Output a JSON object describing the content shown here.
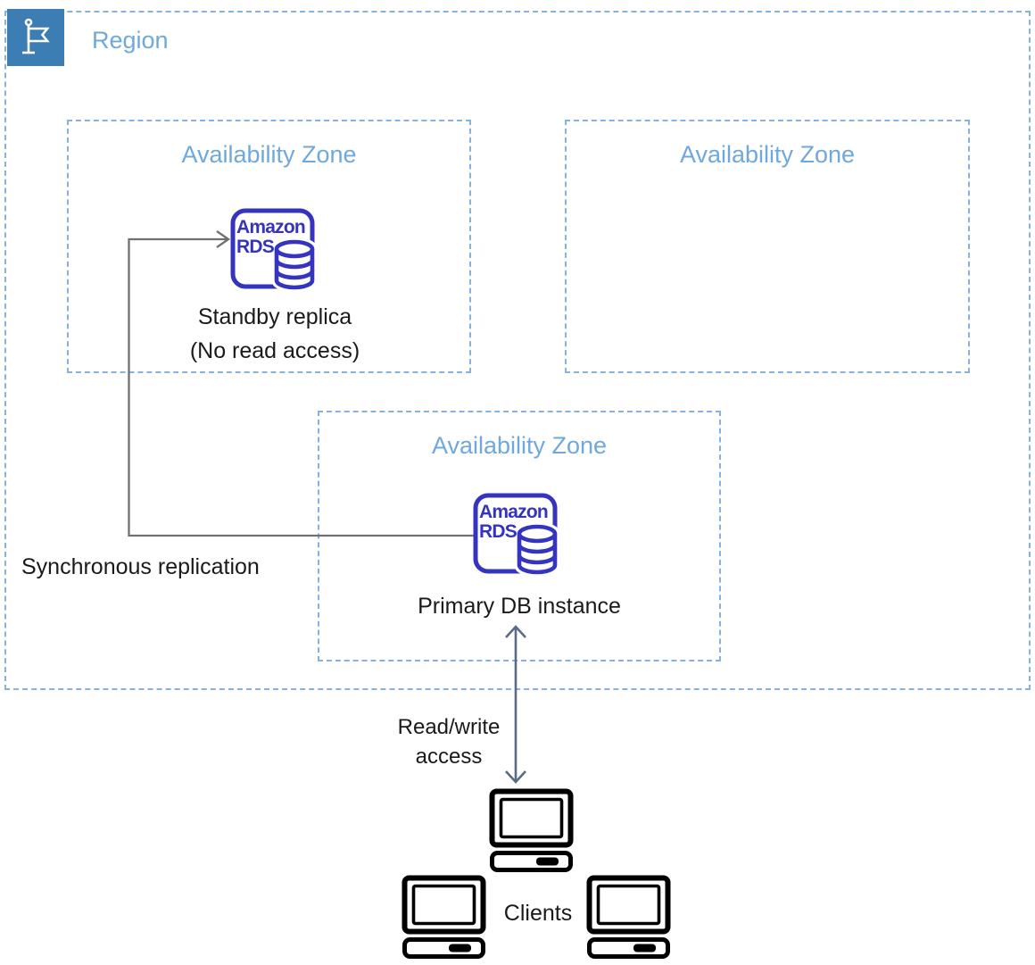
{
  "diagram_type": "aws-rds-multi-az-architecture",
  "region": {
    "label": "Region",
    "icon": "region-flag-icon"
  },
  "zones": [
    {
      "label": "Availability Zone",
      "contains": "Standby replica"
    },
    {
      "label": "Availability Zone",
      "contains": ""
    },
    {
      "label": "Availability Zone",
      "contains": "Primary DB instance"
    }
  ],
  "rds_icon": {
    "line1": "Amazon",
    "line2": "RDS"
  },
  "nodes": {
    "standby": {
      "icon": "amazon-rds-icon",
      "label_line1": "Standby replica",
      "label_line2": "(No read access)"
    },
    "primary": {
      "icon": "amazon-rds-icon",
      "label": "Primary DB instance"
    },
    "clients": {
      "icon": "client-computer-icon",
      "count": 3,
      "label": "Clients"
    }
  },
  "edges": {
    "replication": {
      "label": "Synchronous replication",
      "from": "Primary DB instance",
      "to": "Standby replica",
      "arrow": "single-headed"
    },
    "read_write": {
      "label_line1": "Read/write",
      "label_line2": "access",
      "between": "Primary DB instance and Clients",
      "arrow": "double-headed"
    }
  },
  "colors": {
    "background": "#FFFFFF",
    "zone_border": "#85B2E0",
    "zone_text": "#6FA8DC",
    "flag_tile_bg": "#3C7EB4",
    "rds_indigo": "#3534BE",
    "replication_line": "#707070",
    "read_write_arrow": "#5A6C85",
    "label_text": "#1A1A1A",
    "client_icon": "#000000"
  }
}
